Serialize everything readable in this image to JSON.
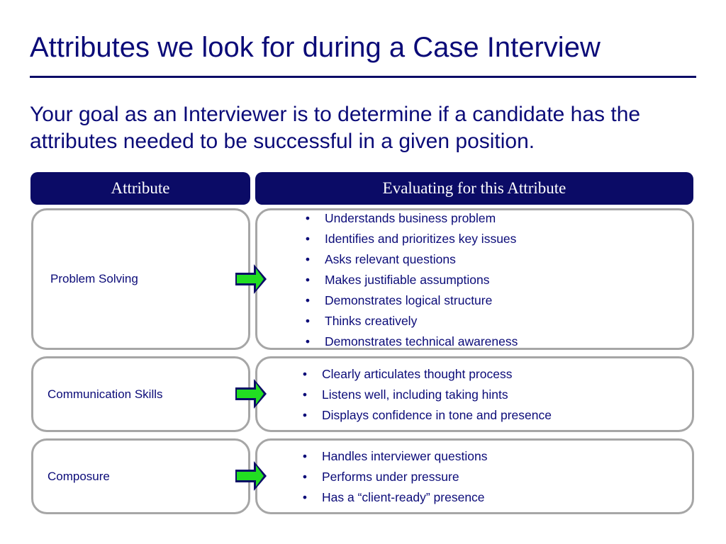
{
  "slide": {
    "title": "Attributes we look for during a Case Interview",
    "intro": "Your goal as an Interviewer is to determine if a candidate has the attributes needed to be successful in a given position."
  },
  "table": {
    "headers": {
      "attribute": "Attribute",
      "evaluating": "Evaluating for this Attribute"
    },
    "rows": [
      {
        "attribute": "Problem Solving",
        "bullets": [
          "Understands business problem",
          "Identifies and prioritizes key issues",
          "Asks relevant questions",
          "Makes justifiable assumptions",
          "Demonstrates logical structure",
          "Thinks creatively",
          "Demonstrates technical awareness"
        ]
      },
      {
        "attribute": "Communication Skills",
        "bullets": [
          "Clearly articulates thought process",
          "Listens well, including taking hints",
          "Displays confidence in tone and presence"
        ]
      },
      {
        "attribute": "Composure",
        "bullets": [
          "Handles interviewer questions",
          "Performs under pressure",
          "Has a “client-ready” presence"
        ]
      }
    ]
  },
  "icons": {
    "row_arrow": "green-right-arrow-icon",
    "bullet": "•"
  },
  "colors": {
    "title": "#0b0b78",
    "header_bg": "#0b0b66",
    "box_border": "#a6a6a6",
    "arrow_fill": "#22dd22",
    "arrow_outline": "#0b0b66"
  }
}
